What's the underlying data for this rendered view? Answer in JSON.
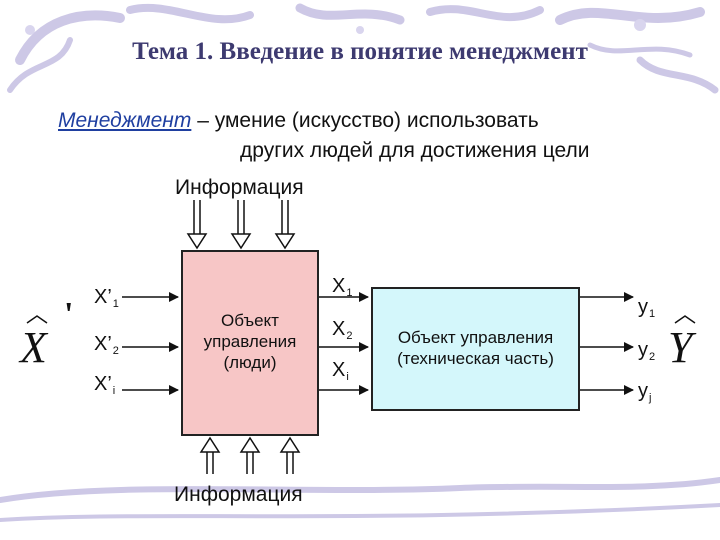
{
  "title": "Тема 1. Введение в понятие менеджмент",
  "definition": {
    "term": "Менеджмент",
    "rest_line1": " – умение  (искусство)  использовать",
    "line2": "других людей для достижения цели"
  },
  "info_top": "Информация",
  "info_bottom": "Информация",
  "box_people": [
    "Объект",
    "управления",
    "(люди)"
  ],
  "box_tech": [
    "Объект управления",
    "(техническая часть)"
  ],
  "inputs": [
    {
      "base": "X’",
      "sub": "1"
    },
    {
      "base": "X’",
      "sub": "2"
    },
    {
      "base": "X’",
      "sub": "i"
    }
  ],
  "middle": [
    {
      "base": "X",
      "sub": "1"
    },
    {
      "base": "X",
      "sub": "2"
    },
    {
      "base": "X",
      "sub": "i"
    }
  ],
  "outputs": [
    {
      "base": "y",
      "sub": "1"
    },
    {
      "base": "y",
      "sub": "2"
    },
    {
      "base": "y",
      "sub": "j"
    }
  ],
  "left_symbol": "X",
  "left_prime": "'",
  "right_symbol": "Y",
  "colors": {
    "title": "#3d3a70",
    "term": "#1f3fa0",
    "box_people": "#f7c6c6",
    "box_tech": "#d4f7fb",
    "decor": "#c9c3e3"
  }
}
